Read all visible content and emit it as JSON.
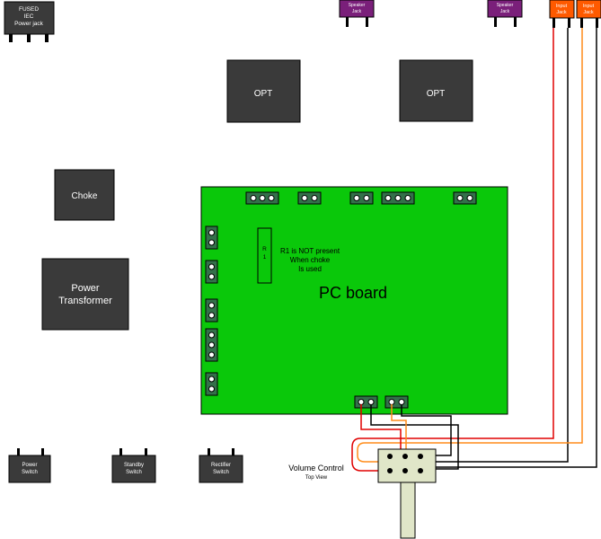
{
  "iec": {
    "line1": "FUSED",
    "line2": "IEC",
    "line3": "Power jack"
  },
  "speaker_jacks": [
    {
      "line1": "Speaker",
      "line2": "Jack"
    },
    {
      "line1": "Speaker",
      "line2": "Jack"
    }
  ],
  "input_jacks": [
    {
      "line1": "Input",
      "line2": "Jack"
    },
    {
      "line1": "Input",
      "line2": "Jack"
    }
  ],
  "opt_left": "OPT",
  "opt_right": "OPT",
  "choke": "Choke",
  "transformer": {
    "line1": "Power",
    "line2": "Transformer"
  },
  "pcb": {
    "title": "PC board"
  },
  "resistor": {
    "line1": "R",
    "line2": "1"
  },
  "note": {
    "line1": "R1 is NOT present",
    "line2": "When choke",
    "line3": "Is used"
  },
  "switches": [
    {
      "line1": "Power",
      "line2": "Switch"
    },
    {
      "line1": "Standby",
      "line2": "Switch"
    },
    {
      "line1": "Rectifier",
      "line2": "Switch"
    }
  ],
  "volume": {
    "label": "Volume Control",
    "sublabel": "Top View"
  },
  "colors": {
    "pcb": "#0ac80a",
    "box": "#3a3a3a",
    "speaker": "#7a1f7a",
    "input": "#ff5a00",
    "pot": "#e0e6c8",
    "wire_red": "#e00000",
    "wire_orange": "#ff8c1a",
    "wire_black": "#000000"
  }
}
